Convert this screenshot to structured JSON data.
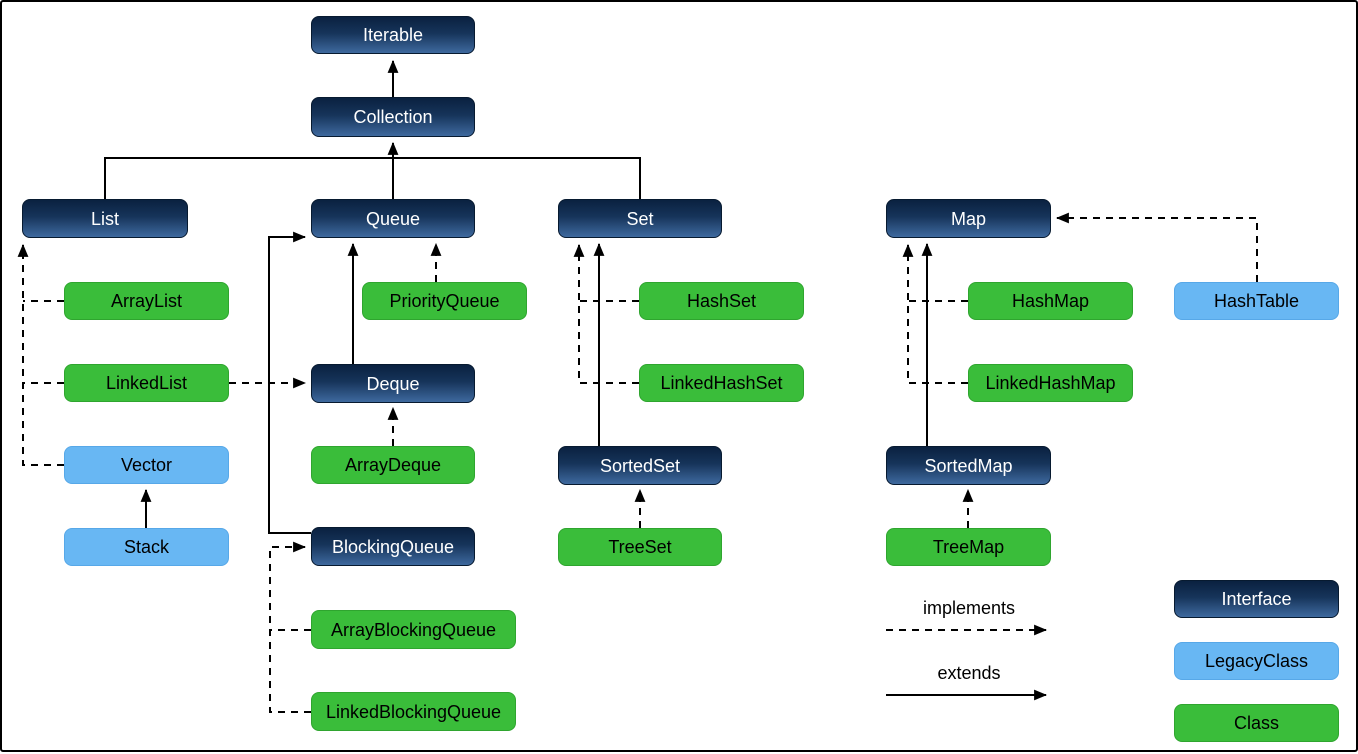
{
  "colors": {
    "interface_fill_top": "#0a2140",
    "interface_fill_bottom": "#3e699e",
    "class_fill": "#3abd3a",
    "legacy_class_fill": "#68b7f3",
    "line_color": "#000000"
  },
  "nodes": {
    "iterable": {
      "label": "Iterable",
      "type": "interface"
    },
    "collection": {
      "label": "Collection",
      "type": "interface"
    },
    "list": {
      "label": "List",
      "type": "interface"
    },
    "queue": {
      "label": "Queue",
      "type": "interface"
    },
    "set": {
      "label": "Set",
      "type": "interface"
    },
    "map": {
      "label": "Map",
      "type": "interface"
    },
    "arraylist": {
      "label": "ArrayList",
      "type": "class"
    },
    "priorityqueue": {
      "label": "PriorityQueue",
      "type": "class"
    },
    "hashset": {
      "label": "HashSet",
      "type": "class"
    },
    "hashmap": {
      "label": "HashMap",
      "type": "class"
    },
    "hashtable": {
      "label": "HashTable",
      "type": "legacy"
    },
    "linkedlist": {
      "label": "LinkedList",
      "type": "class"
    },
    "deque": {
      "label": "Deque",
      "type": "interface"
    },
    "linkedhashset": {
      "label": "LinkedHashSet",
      "type": "class"
    },
    "linkedhashmap": {
      "label": "LinkedHashMap",
      "type": "class"
    },
    "vector": {
      "label": "Vector",
      "type": "legacy"
    },
    "arraydeque": {
      "label": "ArrayDeque",
      "type": "class"
    },
    "sortedset": {
      "label": "SortedSet",
      "type": "interface"
    },
    "sortedmap": {
      "label": "SortedMap",
      "type": "interface"
    },
    "stack": {
      "label": "Stack",
      "type": "legacy"
    },
    "blockingqueue": {
      "label": "BlockingQueue",
      "type": "interface"
    },
    "treeset": {
      "label": "TreeSet",
      "type": "class"
    },
    "treemap": {
      "label": "TreeMap",
      "type": "class"
    },
    "arrayblockingqueue": {
      "label": "ArrayBlockingQueue",
      "type": "class"
    },
    "linkedblockingqueue": {
      "label": "LinkedBlockingQueue",
      "type": "class"
    }
  },
  "legend": {
    "implements_label": "implements",
    "extends_label": "extends",
    "interface_box": {
      "label": "Interface",
      "type": "interface"
    },
    "legacyclass_box": {
      "label": "LegacyClass",
      "type": "legacy"
    },
    "class_box": {
      "label": "Class",
      "type": "class"
    }
  },
  "edges": [
    {
      "from": "Collection",
      "to": "Iterable",
      "relation": "extends"
    },
    {
      "from": "List",
      "to": "Collection",
      "relation": "extends"
    },
    {
      "from": "Queue",
      "to": "Collection",
      "relation": "extends"
    },
    {
      "from": "Set",
      "to": "Collection",
      "relation": "extends"
    },
    {
      "from": "ArrayList",
      "to": "List",
      "relation": "implements"
    },
    {
      "from": "LinkedList",
      "to": "List",
      "relation": "implements"
    },
    {
      "from": "Vector",
      "to": "List",
      "relation": "implements"
    },
    {
      "from": "Stack",
      "to": "Vector",
      "relation": "extends"
    },
    {
      "from": "PriorityQueue",
      "to": "Queue",
      "relation": "implements"
    },
    {
      "from": "Deque",
      "to": "Queue",
      "relation": "extends"
    },
    {
      "from": "LinkedList",
      "to": "Deque",
      "relation": "implements"
    },
    {
      "from": "ArrayDeque",
      "to": "Deque",
      "relation": "implements"
    },
    {
      "from": "BlockingQueue",
      "to": "Queue",
      "relation": "extends"
    },
    {
      "from": "ArrayBlockingQueue",
      "to": "BlockingQueue",
      "relation": "implements"
    },
    {
      "from": "LinkedBlockingQueue",
      "to": "BlockingQueue",
      "relation": "implements"
    },
    {
      "from": "HashSet",
      "to": "Set",
      "relation": "implements"
    },
    {
      "from": "LinkedHashSet",
      "to": "Set",
      "relation": "implements"
    },
    {
      "from": "SortedSet",
      "to": "Set",
      "relation": "extends"
    },
    {
      "from": "TreeSet",
      "to": "SortedSet",
      "relation": "implements"
    },
    {
      "from": "HashMap",
      "to": "Map",
      "relation": "implements"
    },
    {
      "from": "LinkedHashMap",
      "to": "Map",
      "relation": "implements"
    },
    {
      "from": "SortedMap",
      "to": "Map",
      "relation": "extends"
    },
    {
      "from": "TreeMap",
      "to": "SortedMap",
      "relation": "implements"
    },
    {
      "from": "HashTable",
      "to": "Map",
      "relation": "implements"
    }
  ]
}
